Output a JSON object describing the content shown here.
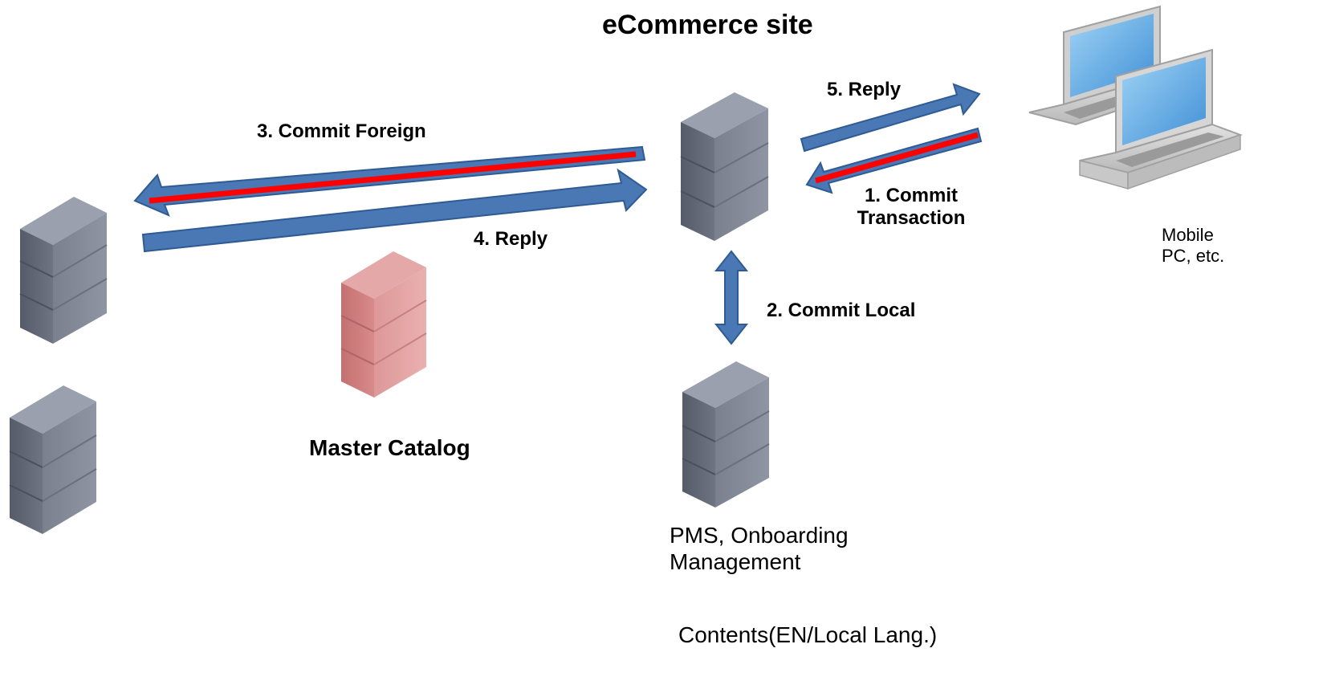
{
  "title": "eCommerce site",
  "labels": {
    "step1": "1. Commit\nTransaction",
    "step2": "2. Commit Local",
    "step3": "3. Commit Foreign",
    "step4": "4. Reply",
    "step5": "5. Reply",
    "master_catalog": "Master Catalog",
    "client": "Mobile\nPC, etc.",
    "pms": "PMS, Onboarding\nManagement",
    "contents": "Contents(EN/Local Lang.)"
  },
  "colors": {
    "server_gray": "#6b7280",
    "server_pink": "#d98c8c",
    "arrow_blue": "#4a78b4",
    "arrow_red": "#ff0000",
    "laptop_screen": "#5aa9e6"
  }
}
